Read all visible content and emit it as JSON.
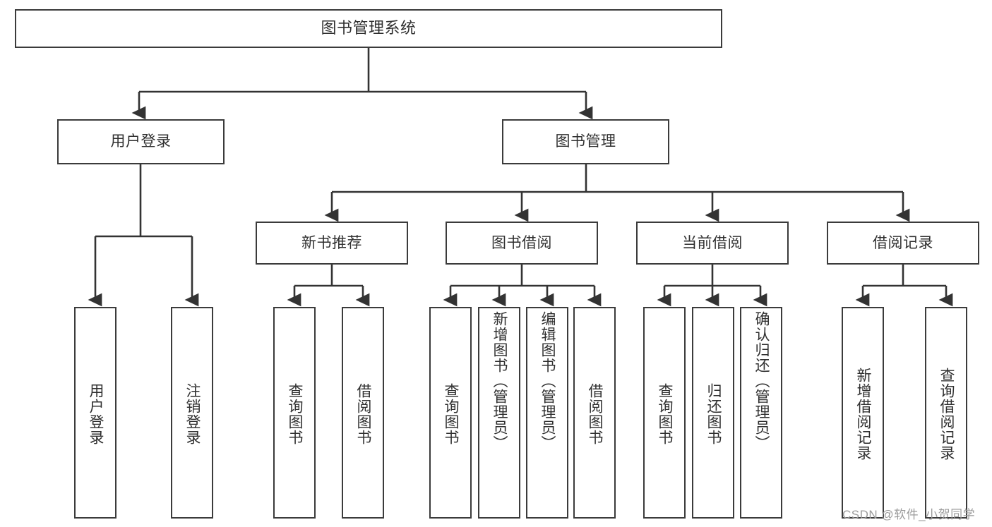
{
  "diagram": {
    "title_box": {
      "label": "图书管理系统"
    },
    "level2": [
      {
        "id": "user-login",
        "label": "用户登录"
      },
      {
        "id": "book-management",
        "label": "图书管理"
      }
    ],
    "level3": [
      {
        "id": "new-book-recommend",
        "label": "新书推荐"
      },
      {
        "id": "book-borrow",
        "label": "图书借阅"
      },
      {
        "id": "current-borrow",
        "label": "当前借阅"
      },
      {
        "id": "borrow-record",
        "label": "借阅记录"
      }
    ],
    "leaves": {
      "user_login": [
        {
          "id": "leaf-user-login",
          "label": "用户登录"
        },
        {
          "id": "leaf-logout",
          "label": "注销登录"
        }
      ],
      "new_book_recommend": [
        {
          "id": "leaf-query-book-1",
          "label": "查询图书"
        },
        {
          "id": "leaf-borrow-book-1",
          "label": "借阅图书"
        }
      ],
      "book_borrow": [
        {
          "id": "leaf-query-book-2",
          "label": "查询图书"
        },
        {
          "id": "leaf-add-book",
          "label": "新增图书（管理员）"
        },
        {
          "id": "leaf-edit-book",
          "label": "编辑图书（管理员）"
        },
        {
          "id": "leaf-borrow-book-2",
          "label": "借阅图书"
        }
      ],
      "current_borrow": [
        {
          "id": "leaf-query-book-3",
          "label": "查询图书"
        },
        {
          "id": "leaf-return-book",
          "label": "归还图书"
        },
        {
          "id": "leaf-confirm-return",
          "label": "确认归还（管理员）"
        }
      ],
      "borrow_record": [
        {
          "id": "leaf-add-record",
          "label": "新增借阅记录"
        },
        {
          "id": "leaf-query-record",
          "label": "查询借阅记录"
        }
      ]
    }
  },
  "watermark": {
    "text": "CSDN @软件_小贺同学"
  },
  "colors": {
    "box_border": "#3b3b3b",
    "box_fill": "#ffffff",
    "line": "#333333",
    "text": "#2f2f2f",
    "watermark": "#9b9b9b",
    "background": "#ffffff"
  }
}
